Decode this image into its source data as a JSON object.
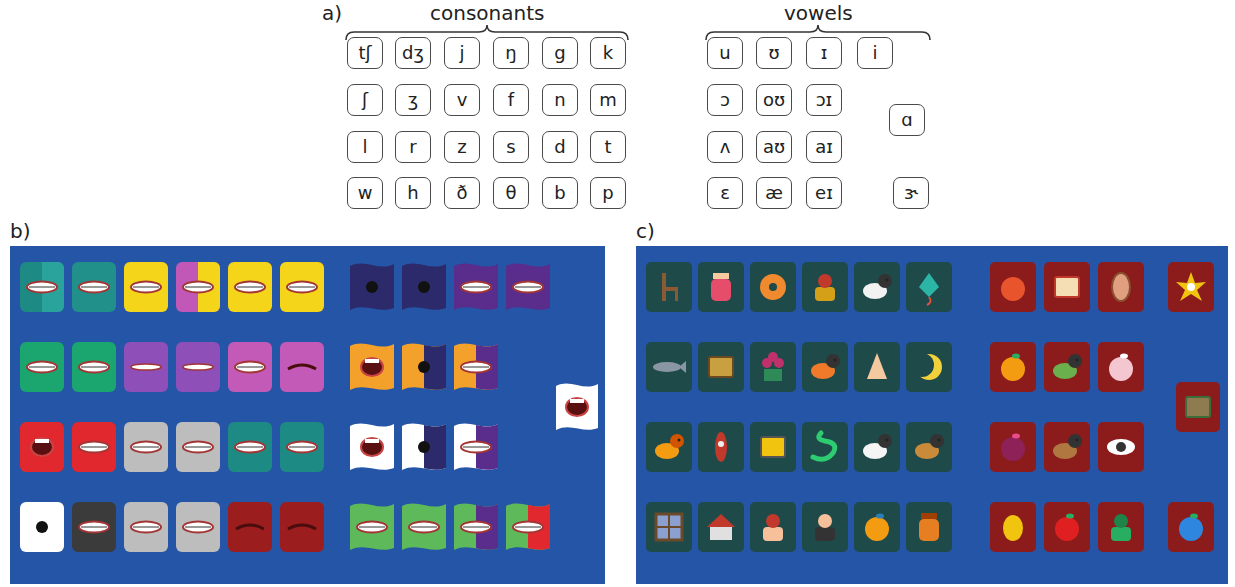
{
  "diagram": {
    "nodes": [
      {
        "text": [
          "tʃ"
        ]
      },
      {
        "text": [
          "dʒ"
        ]
      },
      {
        "text": [
          "j"
        ]
      },
      {
        "text": [
          "ŋ"
        ]
      },
      {
        "text": [
          "g"
        ]
      },
      {
        "text": [
          "k"
        ]
      },
      {
        "text": [
          "u"
        ]
      },
      {
        "text": [
          "ʊ"
        ]
      },
      {
        "text": [
          "ɪ"
        ]
      },
      {
        "text": [
          "i"
        ]
      },
      {
        "text": [
          "ʃ"
        ]
      },
      {
        "text": [
          "ʒ"
        ]
      },
      {
        "text": [
          "v"
        ]
      },
      {
        "text": [
          "f"
        ]
      },
      {
        "text": [
          "n"
        ]
      },
      {
        "text": [
          "m"
        ]
      },
      {
        "text": [
          "ɔ"
        ]
      },
      {
        "text": [
          "oʊ"
        ]
      },
      {
        "text": [
          "ɔɪ"
        ]
      },
      {
        "text": [
          "ɑ"
        ]
      },
      {
        "text": [
          "l"
        ]
      },
      {
        "text": [
          "r"
        ]
      },
      {
        "text": [
          "z"
        ]
      },
      {
        "text": [
          "s"
        ]
      },
      {
        "text": [
          "d"
        ]
      },
      {
        "text": [
          "t"
        ]
      },
      {
        "text": [
          "ʌ"
        ]
      },
      {
        "text": [
          "aʊ"
        ]
      },
      {
        "text": [
          "aɪ"
        ]
      },
      {
        "text": [
          "w"
        ]
      },
      {
        "text": [
          "h"
        ]
      },
      {
        "text": [
          "ð"
        ]
      },
      {
        "text": [
          "θ"
        ]
      },
      {
        "text": [
          "b"
        ]
      },
      {
        "text": [
          "p"
        ]
      },
      {
        "text": [
          "ɛ"
        ]
      },
      {
        "text": [
          "æ"
        ]
      },
      {
        "text": [
          "eɪ"
        ]
      },
      {
        "text": [
          "ɝ"
        ]
      }
    ],
    "labels": [
      "a)",
      "consonants",
      "vowels",
      "b)",
      "c)"
    ]
  }
}
